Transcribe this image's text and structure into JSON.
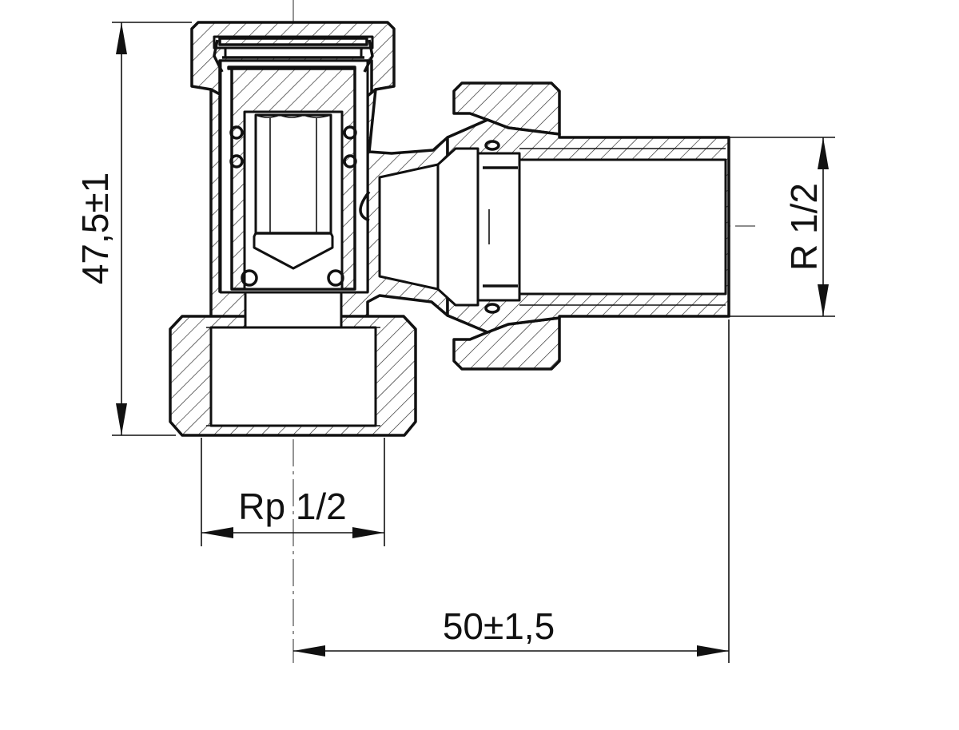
{
  "drawing": {
    "dimensions": {
      "height": "47,5±1",
      "inlet_thread": "Rp 1/2",
      "length": "50±1,5",
      "outlet_thread": "R 1/2"
    },
    "colors": {
      "line": "#111111",
      "background": "#ffffff",
      "center_line": "#666666"
    }
  }
}
